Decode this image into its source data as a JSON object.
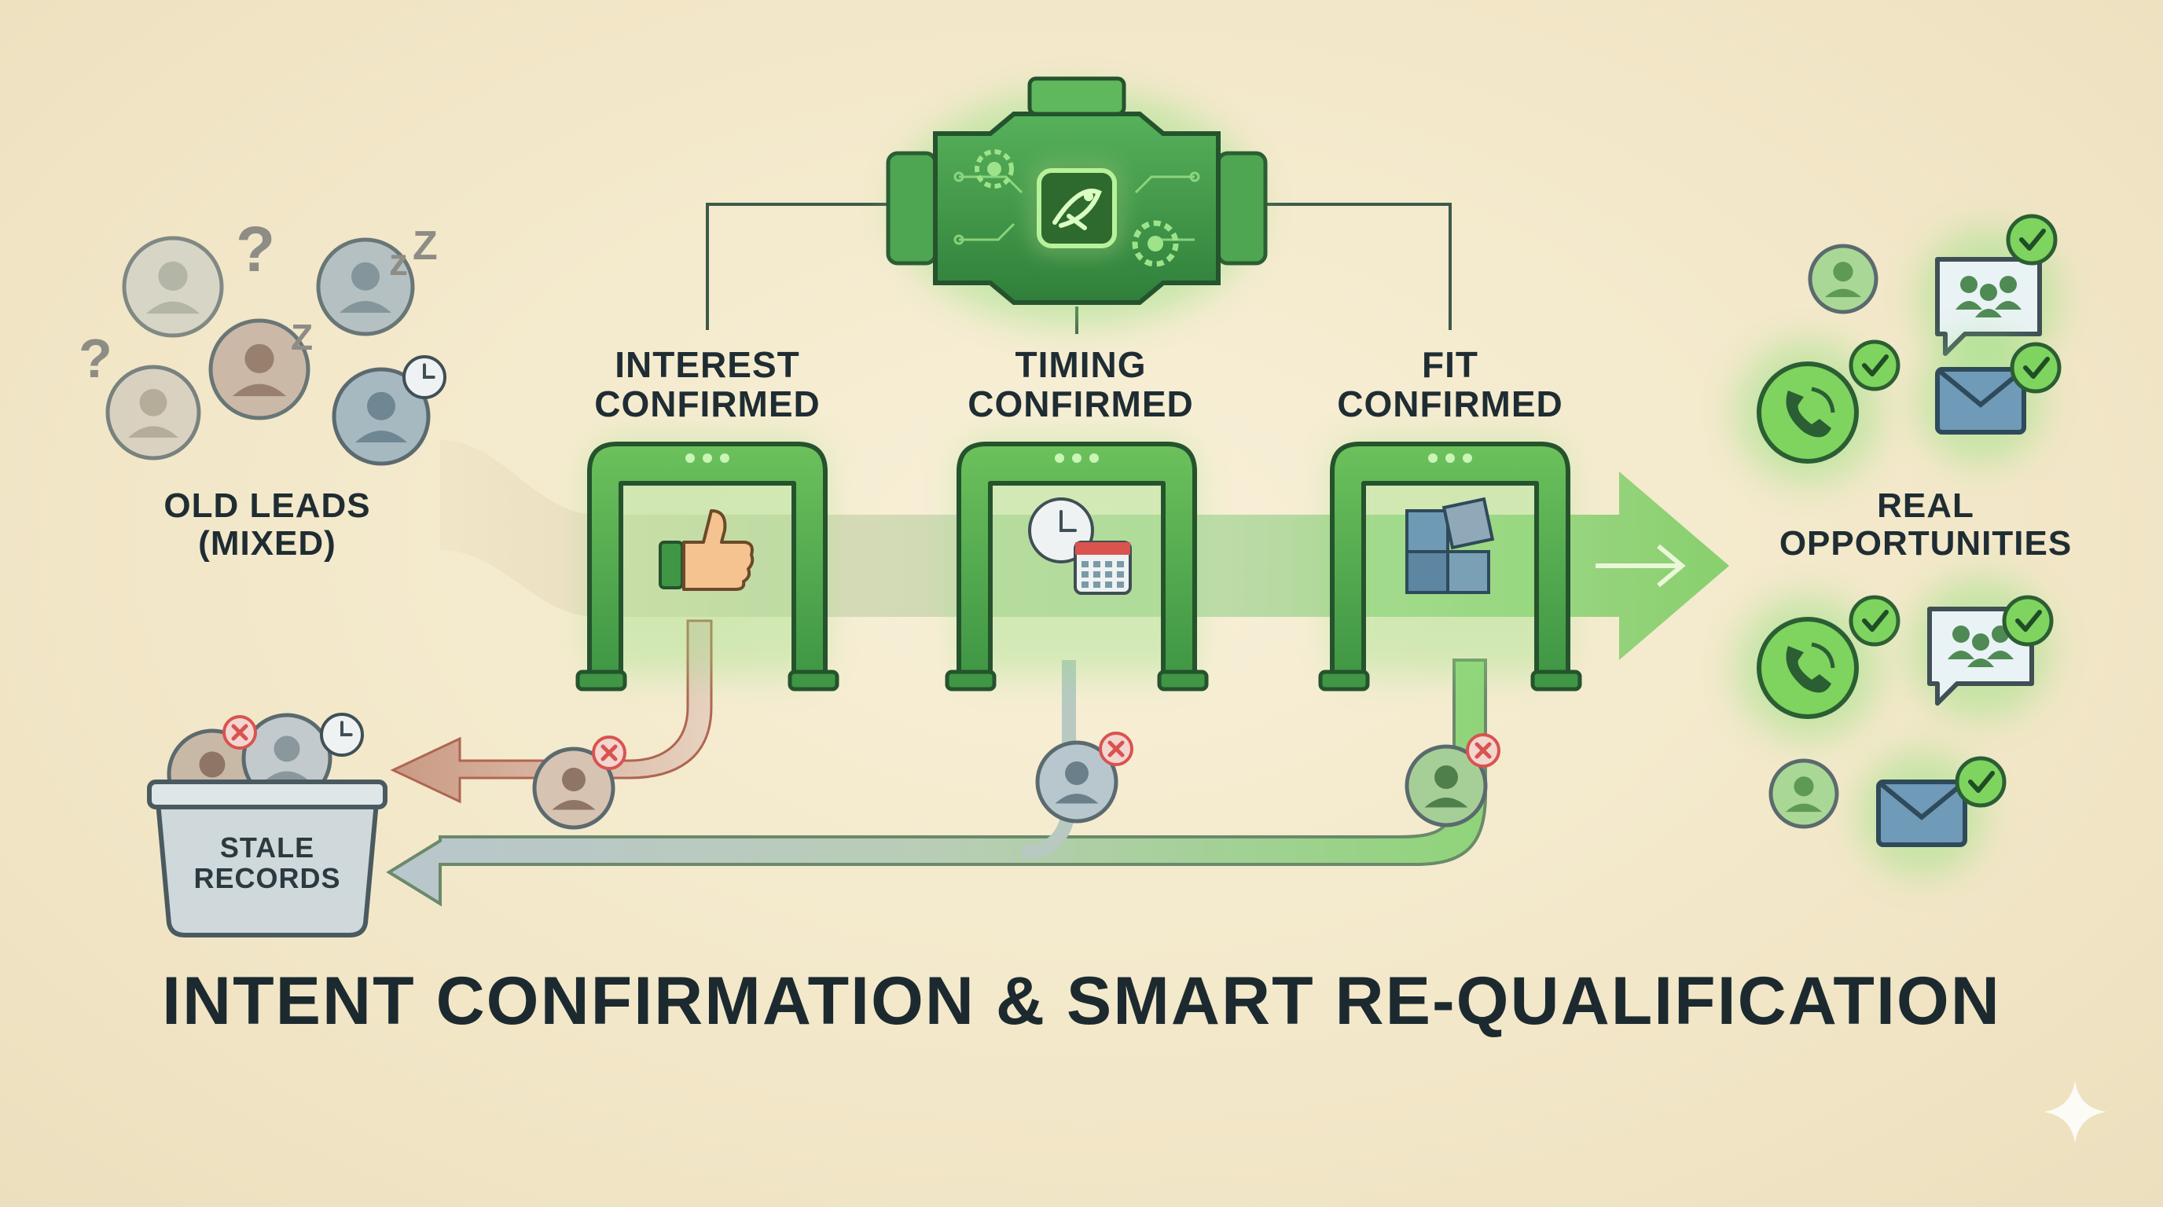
{
  "title": "INTENT CONFIRMATION & SMART RE-QUALIFICATION",
  "source": {
    "line1": "OLD LEADS",
    "line2": "(MIXED)"
  },
  "gates": [
    {
      "line1": "INTEREST",
      "line2": "CONFIRMED",
      "icon": "thumbs-up-icon"
    },
    {
      "line1": "TIMING",
      "line2": "CONFIRMED",
      "icon": "clock-calendar-icon"
    },
    {
      "line1": "FIT",
      "line2": "CONFIRMED",
      "icon": "puzzle-icon"
    }
  ],
  "bin": {
    "line1": "STALE",
    "line2": "RECORDS"
  },
  "result": {
    "line1": "REAL",
    "line2": "OPPORTUNITIES"
  },
  "engine_icon": "ai-engine-bird-icon",
  "colors": {
    "green": "#4caf50",
    "dark_green": "#2e6b35",
    "glow": "#8fe07a",
    "reject_red": "#d9534f",
    "text": "#1f2d33"
  }
}
